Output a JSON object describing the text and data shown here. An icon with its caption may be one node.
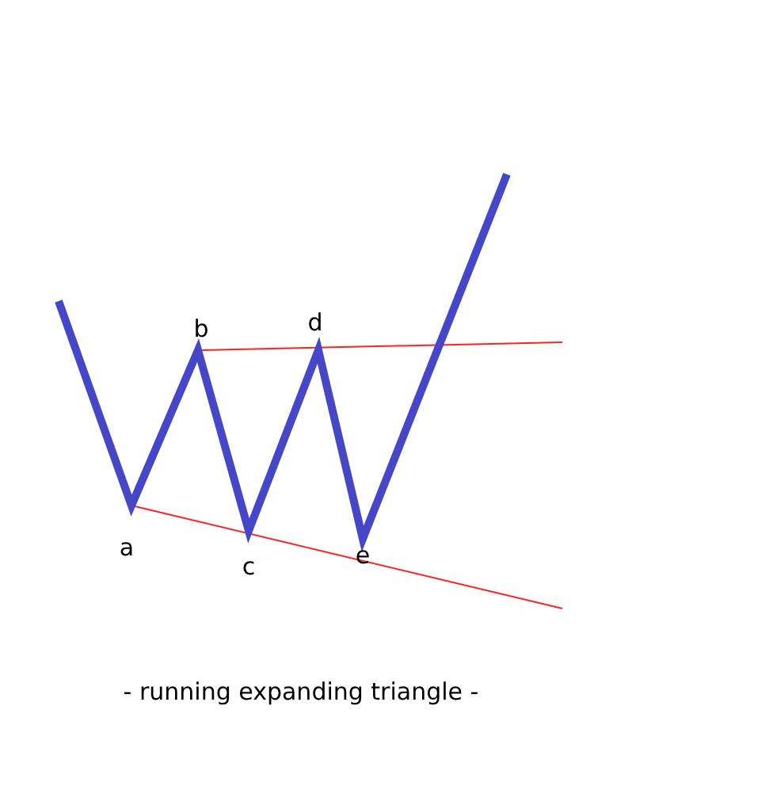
{
  "diagram": {
    "caption": "- running expanding triangle -",
    "labels": [
      "b",
      "d",
      "a",
      "e",
      "c"
    ]
  }
}
